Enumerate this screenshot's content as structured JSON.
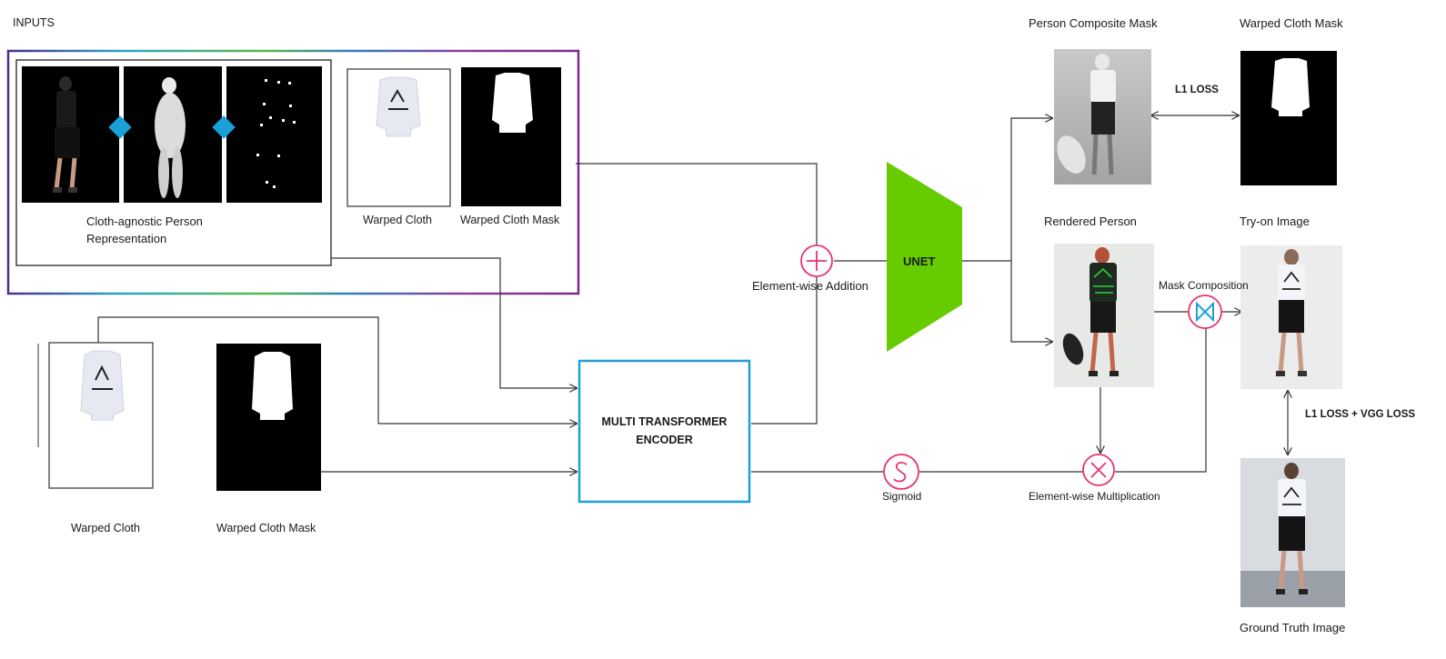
{
  "inputs_label": "INPUTS",
  "agnostic_caption_line1": "Cloth-agnostic Person",
  "agnostic_caption_line2": "Representation",
  "top_warped_cloth": "Warped Cloth",
  "top_warped_cloth_mask": "Warped Cloth Mask",
  "bottom_warped_cloth": "Warped Cloth",
  "bottom_warped_cloth_mask": "Warped Cloth Mask",
  "encoder_line1": "MULTI TRANSFORMER",
  "encoder_line2": "ENCODER",
  "unet": "UNET",
  "element_wise_addition": "Element-wise Addition",
  "sigmoid": "Sigmoid",
  "element_wise_multiplication": "Element-wise Multiplication",
  "person_composite_mask": "Person Composite Mask",
  "warped_cloth_mask_out": "Warped Cloth Mask",
  "l1_loss": "L1 LOSS",
  "rendered_person": "Rendered Person",
  "try_on_image": "Try-on Image",
  "mask_composition": "Mask Composition",
  "l1_vgg_loss": "L1 LOSS + VGG LOSS",
  "ground_truth_image": "Ground Truth Image",
  "colors": {
    "unet_green": "#66cc00",
    "encoder_blue": "#1fa0d8",
    "operator_pink": "#e8336d",
    "diamond_blue": "#1a9fd6",
    "wire": "#333333"
  },
  "icons": {
    "addition": "plus-circle-icon",
    "sigmoid": "sigmoid-circle-icon",
    "multiplication": "times-circle-icon",
    "composition": "bowtie-circle-icon"
  }
}
